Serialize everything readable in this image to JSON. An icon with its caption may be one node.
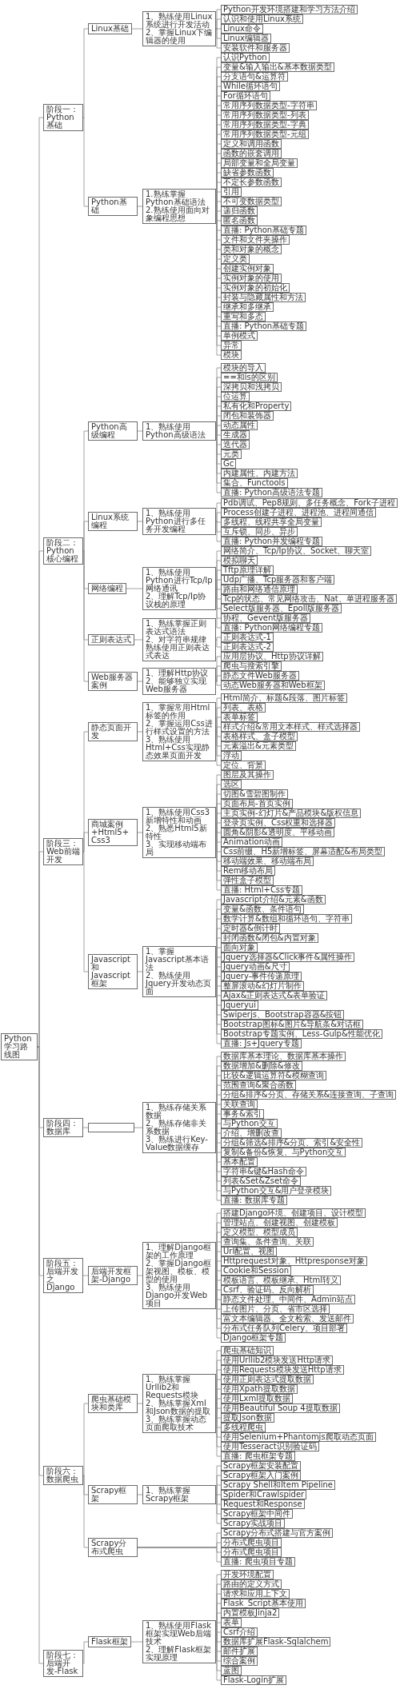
{
  "diagram": {
    "nodes": [
      {
        "text": [
          "Python学习路线图"
        ]
      },
      {
        "text": [
          "阶段一：Python基础"
        ]
      },
      {
        "text": [
          "Linux基础"
        ]
      },
      {
        "text": [
          "1、熟练使用Linux系统进行开发活动",
          "2、掌握Linux下编辑器的使用"
        ]
      },
      {
        "text": [
          "Python开发环境搭建和学习方法介绍"
        ]
      },
      {
        "text": [
          "认识和使用Linux系统"
        ]
      },
      {
        "text": [
          "Linux命令"
        ]
      },
      {
        "text": [
          "Linux编辑器"
        ]
      },
      {
        "text": [
          "安装软件和服务器"
        ]
      },
      {
        "text": [
          "Python基础"
        ]
      },
      {
        "text": [
          "1.熟练掌握Python基础语法",
          "2.熟练使用面向对象编程思想"
        ]
      },
      {
        "text": [
          "认识Python"
        ]
      },
      {
        "text": [
          "变量&输入输出&基本数据类型"
        ]
      },
      {
        "text": [
          "分支语句&运算符"
        ]
      },
      {
        "text": [
          "While循环语句"
        ]
      },
      {
        "text": [
          "For循环语句"
        ]
      },
      {
        "text": [
          "常用序列数据类型-字符串"
        ]
      },
      {
        "text": [
          "常用序列数据类型-列表"
        ]
      },
      {
        "text": [
          "常用序列数据类型-字典"
        ]
      },
      {
        "text": [
          "常用序列数据类型-元组"
        ]
      },
      {
        "text": [
          "定义和调用函数"
        ]
      },
      {
        "text": [
          "函数的嵌套调用"
        ]
      },
      {
        "text": [
          "局部变量和全局变量"
        ]
      },
      {
        "text": [
          "缺省参数函数"
        ]
      },
      {
        "text": [
          "不定长参数函数"
        ]
      },
      {
        "text": [
          "引用"
        ]
      },
      {
        "text": [
          "不可变数据类型"
        ]
      },
      {
        "text": [
          "递归函数"
        ]
      },
      {
        "text": [
          "匿名函数"
        ]
      },
      {
        "text": [
          "直播: Python基础专题"
        ]
      },
      {
        "text": [
          "文件和文件夹操作"
        ]
      },
      {
        "text": [
          "类和对象的概念"
        ]
      },
      {
        "text": [
          "定义类"
        ]
      },
      {
        "text": [
          "创建实例对象"
        ]
      },
      {
        "text": [
          "实例对象的使用"
        ]
      },
      {
        "text": [
          "实例对象的初始化"
        ]
      },
      {
        "text": [
          "封装与隐藏属性和方法"
        ]
      },
      {
        "text": [
          "继承和多继承"
        ]
      },
      {
        "text": [
          "重写和多态"
        ]
      },
      {
        "text": [
          "直播: Python基础专题"
        ]
      },
      {
        "text": [
          "单例模式"
        ]
      },
      {
        "text": [
          "异常"
        ]
      },
      {
        "text": [
          "模块"
        ]
      },
      {
        "text": [
          "阶段二：Python核心编程"
        ]
      },
      {
        "text": [
          "Python高级编程"
        ]
      },
      {
        "text": [
          "1、熟练使用Python高级语法"
        ]
      },
      {
        "text": [
          "模块的导入"
        ]
      },
      {
        "text": [
          "==和is的区别"
        ]
      },
      {
        "text": [
          "深拷贝和浅拷贝"
        ]
      },
      {
        "text": [
          "位运算"
        ]
      },
      {
        "text": [
          "私有化和Property"
        ]
      },
      {
        "text": [
          "闭包和装饰器"
        ]
      },
      {
        "text": [
          "动态属性"
        ]
      },
      {
        "text": [
          "生成器"
        ]
      },
      {
        "text": [
          "迭代器"
        ]
      },
      {
        "text": [
          "元类"
        ]
      },
      {
        "text": [
          "Gc"
        ]
      },
      {
        "text": [
          "内建属性、内建方法"
        ]
      },
      {
        "text": [
          "集合、Functools"
        ]
      },
      {
        "text": [
          "直播: Python高级语法专题"
        ]
      },
      {
        "text": [
          "Linux系统编程"
        ]
      },
      {
        "text": [
          "1、熟练使用Python进行多任务开发编程"
        ]
      },
      {
        "text": [
          "Pdb调试、Pep8规则、多任务概念、Fork子进程"
        ]
      },
      {
        "text": [
          "Process创建子进程、进程池、进程间通信"
        ]
      },
      {
        "text": [
          "多线程、线程共享全局变量"
        ]
      },
      {
        "text": [
          "互斥锁、同步、异步"
        ]
      },
      {
        "text": [
          "直播: Python并发编程专题"
        ]
      },
      {
        "text": [
          "网络编程"
        ]
      },
      {
        "text": [
          "1、熟练使用Python进行Tcp/Ip网络通讯",
          "2、理解Tcp/Ip协议栈的原理"
        ]
      },
      {
        "text": [
          "网络简介、Tcp/Ip协议、Socket、聊天室"
        ]
      },
      {
        "text": [
          "模拟聊天"
        ]
      },
      {
        "text": [
          "Tftp原理详解"
        ]
      },
      {
        "text": [
          "Udp广播、Tcp服务器和客户端"
        ]
      },
      {
        "text": [
          "路由和网络通信原理"
        ]
      },
      {
        "text": [
          "Tcp的状态、常见网络攻击、Nat、单进程服务器"
        ]
      },
      {
        "text": [
          "Select版服务器、Epoll版服务器"
        ]
      },
      {
        "text": [
          "协程、Gevent版服务器"
        ]
      },
      {
        "text": [
          "直播: Python网络编程专题"
        ]
      },
      {
        "text": [
          "正则表达式"
        ]
      },
      {
        "text": [
          "1、熟练掌握正则表达式语法",
          "2、对字符串规律熟练使用正则表达式表达"
        ]
      },
      {
        "text": [
          "正则表达式-1"
        ]
      },
      {
        "text": [
          "正则表达式-2"
        ]
      },
      {
        "text": [
          "Web服务器案例"
        ]
      },
      {
        "text": [
          "1、理解Http协议",
          "2、能够独立实现Web服务器"
        ]
      },
      {
        "text": [
          "应用层协议、Http协议详解"
        ]
      },
      {
        "text": [
          "爬虫与搜索引擎"
        ]
      },
      {
        "text": [
          "静态文件Web服务器"
        ]
      },
      {
        "text": [
          "动态Web服务器和Web框架"
        ]
      },
      {
        "text": [
          "阶段三：Web前端开发"
        ]
      },
      {
        "text": [
          "静态页面开发"
        ]
      },
      {
        "text": [
          "1、掌握常用Html标签的作用",
          "2、掌握运用Css进行样式设置的方法",
          "3、熟练使用Html+Css实现静态效果页面开发"
        ]
      },
      {
        "text": [
          "Html简介、标题&段落、图片标签"
        ]
      },
      {
        "text": [
          "列表、表格"
        ]
      },
      {
        "text": [
          "表单标签"
        ]
      },
      {
        "text": [
          "样式介绍&常用文本样式、样式选择器"
        ]
      },
      {
        "text": [
          "表格样式、盒子模型"
        ]
      },
      {
        "text": [
          "元素溢出&元素类型"
        ]
      },
      {
        "text": [
          "浮动"
        ]
      },
      {
        "text": [
          "定位、背景"
        ]
      },
      {
        "text": [
          "商城案例+Html5+Css3"
        ]
      },
      {
        "text": [
          "1、熟练使用Css3新增特性和动画",
          "2、熟悉Html5新特性",
          "3、实现移动端布局"
        ]
      },
      {
        "text": [
          "图层及其操作"
        ]
      },
      {
        "text": [
          "选区"
        ]
      },
      {
        "text": [
          "切图&雪碧图制作"
        ]
      },
      {
        "text": [
          "页面布局-首页实例"
        ]
      },
      {
        "text": [
          "主页实例-幻灯片&产品模块&版权信息"
        ]
      },
      {
        "text": [
          "登录页实例、Css权重和选择器"
        ]
      },
      {
        "text": [
          "圆角&阴影&透明度、平移动画"
        ]
      },
      {
        "text": [
          "Animation动画"
        ]
      },
      {
        "text": [
          "Css前缀、H5新增标签、屏幕适配&布局类型"
        ]
      },
      {
        "text": [
          "移动端效果、移动端布局"
        ]
      },
      {
        "text": [
          "Rem移动布局"
        ]
      },
      {
        "text": [
          "弹性盒子模型"
        ]
      },
      {
        "text": [
          "直播: Html+Css专题"
        ]
      },
      {
        "text": [
          "Javascript和Javascript框架"
        ]
      },
      {
        "text": [
          "1、掌握Javascript基本语法",
          "2、熟练使用Jquery开发动态页面"
        ]
      },
      {
        "text": [
          "Javascript介绍&元素&函数"
        ]
      },
      {
        "text": [
          "变量&函数、条件语句"
        ]
      },
      {
        "text": [
          "数学计算&数组和循环语句、字符串"
        ]
      },
      {
        "text": [
          "定时器&倒计时"
        ]
      },
      {
        "text": [
          "封闭函数&闭包&内置对象"
        ]
      },
      {
        "text": [
          "面向对象"
        ]
      },
      {
        "text": [
          "Jquery选择器&Click事件&属性操作"
        ]
      },
      {
        "text": [
          "Jquery动画&尺寸"
        ]
      },
      {
        "text": [
          "Jquery-事件传递原理"
        ]
      },
      {
        "text": [
          "整屏滚动&幻灯片制作"
        ]
      },
      {
        "text": [
          "Ajax&正则表达式&表单验证"
        ]
      },
      {
        "text": [
          "Jqueryui"
        ]
      },
      {
        "text": [
          "Swiperjs、Bootstrap容器&按钮"
        ]
      },
      {
        "text": [
          "Bootstrap图标&图片&导航条&对话框"
        ]
      },
      {
        "text": [
          "Bootstrap专题实例、Less-Gulp&性能优化"
        ]
      },
      {
        "text": [
          "直播: Js+Jquery专题"
        ]
      },
      {
        "text": [
          "阶段四：数据库"
        ]
      },
      {
        "text": [],
        "shape": "box"
      },
      {
        "text": [
          "1、熟练存储关系数据",
          "2、熟练存储非关系数据",
          "3、熟练进行Key-Value数据缓存"
        ]
      },
      {
        "text": [
          "数据库基本理论、数据库基本操作"
        ]
      },
      {
        "text": [
          "数据增加&删除&修改"
        ]
      },
      {
        "text": [
          "比较&逻辑运算符&模糊查询"
        ]
      },
      {
        "text": [
          "范围查询&聚合函数"
        ]
      },
      {
        "text": [
          "分组&排序&分页、存储关系&连接查询、子查询"
        ]
      },
      {
        "text": [
          "关联查询"
        ]
      },
      {
        "text": [
          "事务&索引"
        ]
      },
      {
        "text": [
          "与Python交互"
        ]
      },
      {
        "text": [
          "介绍、增删改查"
        ]
      },
      {
        "text": [
          "分组&筛选&排序&分页、索引&安全性"
        ]
      },
      {
        "text": [
          "复制&备份&恢复、与Python交互"
        ]
      },
      {
        "text": [
          "基本配置"
        ]
      },
      {
        "text": [
          "字符串&键&Hash命令"
        ]
      },
      {
        "text": [
          "列表&Set&Zset命令"
        ]
      },
      {
        "text": [
          "与Python交互&用户登录模块"
        ]
      },
      {
        "text": [
          "直播: 数据库专题"
        ]
      },
      {
        "text": [
          "阶段五：后端开发之Django"
        ]
      },
      {
        "text": [
          "后端开发框架-Django"
        ]
      },
      {
        "text": [
          "1、理解Django框架的工作原理",
          "2、掌握Django框架视图、模板、模型的使用",
          "3、熟练使用Django开发Web项目"
        ]
      },
      {
        "text": [
          "搭建Django环境、创建项目、设计模型"
        ]
      },
      {
        "text": [
          "管理站点、创建视图、创建模板"
        ]
      },
      {
        "text": [
          "定义模型、模型成员"
        ]
      },
      {
        "text": [
          "查询集、条件查询、关联"
        ]
      },
      {
        "text": [
          "Url配置、视图"
        ]
      },
      {
        "text": [
          "Httprequest对象、Httpresponse对象"
        ]
      },
      {
        "text": [
          "Cookie和Session"
        ]
      },
      {
        "text": [
          "模板语言、模板继承、Html转义"
        ]
      },
      {
        "text": [
          "Csrf、验证码、反向解析"
        ]
      },
      {
        "text": [
          "静态文件处理、中间件、Admin站点"
        ]
      },
      {
        "text": [
          "上传图片、分页、省市区选择"
        ]
      },
      {
        "text": [
          "富文本编辑器、全文检索、发送邮件"
        ]
      },
      {
        "text": [
          "分布式任务队列Celery、项目部署"
        ]
      },
      {
        "text": [
          "Django框架专题"
        ]
      },
      {
        "text": [
          "阶段六：数据爬虫"
        ]
      },
      {
        "text": [
          "爬虫基础模块和类库"
        ]
      },
      {
        "text": [
          "1、熟练掌握Urllib2和Requests模块",
          "2、熟练掌握Xml和Json数据的提取",
          "3、熟练掌握动态页面爬取技术"
        ]
      },
      {
        "text": [
          "爬虫基础知识"
        ]
      },
      {
        "text": [
          "使用Urllib2模块发送Http请求"
        ]
      },
      {
        "text": [
          "使用Requests模块发送Http请求"
        ]
      },
      {
        "text": [
          "使用正则表达式提取数据"
        ]
      },
      {
        "text": [
          "使用Xpath提取数据"
        ]
      },
      {
        "text": [
          "使用Lxml提取数据"
        ]
      },
      {
        "text": [
          "使用Beautiful Soup 4提取数据"
        ]
      },
      {
        "text": [
          "提取Json数据"
        ]
      },
      {
        "text": [
          "多线程爬虫"
        ]
      },
      {
        "text": [
          "使用Selenium+Phantomjs爬取动态页面"
        ]
      },
      {
        "text": [
          "使用Tesseract识别验证码"
        ]
      },
      {
        "text": [
          "直播: 爬虫框架专题"
        ]
      },
      {
        "text": [
          "Scrapy框架"
        ]
      },
      {
        "text": [
          "1、熟练掌握Scrapy框架"
        ]
      },
      {
        "text": [
          "Scrapy框架安装配置"
        ]
      },
      {
        "text": [
          "Scrapy框架入门案例"
        ]
      },
      {
        "text": [
          "Scrapy Shell和Item Pipeline"
        ]
      },
      {
        "text": [
          "Spider和Crawlspider"
        ]
      },
      {
        "text": [
          "Request和Response"
        ]
      },
      {
        "text": [
          "Scrapy框架中间件"
        ]
      },
      {
        "text": [
          "Scrapy实战项目"
        ]
      },
      {
        "text": [
          "Scrapy分布式爬虫"
        ]
      },
      {
        "text": [
          "Scrapy分布式搭建与官方案例"
        ]
      },
      {
        "text": [
          "分布式爬虫项目"
        ]
      },
      {
        "text": [
          "分布式爬虫项目"
        ]
      },
      {
        "text": [
          "直播: 爬虫项目专题"
        ]
      },
      {
        "text": [
          "阶段七：后端开发-Flask"
        ]
      },
      {
        "text": [
          "Flask框架"
        ]
      },
      {
        "text": [
          "1、熟练使用Flask框架实现Web后端技术",
          "2、理解Flask框架实现原理"
        ]
      },
      {
        "text": [
          "开发环境配置"
        ]
      },
      {
        "text": [
          "路由的定义方式"
        ]
      },
      {
        "text": [
          "请求和应用上下文"
        ]
      },
      {
        "text": [
          "Flask_Script基本使用"
        ]
      },
      {
        "text": [
          "内置模板Jinja2"
        ]
      },
      {
        "text": [
          "表单"
        ]
      },
      {
        "text": [
          "Csrf介绍"
        ]
      },
      {
        "text": [
          "数据库扩展Flask-Sqlalchem"
        ]
      },
      {
        "text": [
          "邮件扩展"
        ]
      },
      {
        "text": [
          "综合案例"
        ]
      },
      {
        "text": [
          "蓝图"
        ]
      },
      {
        "text": [
          "Flask-Login扩展"
        ]
      }
    ],
    "edges": [
      {
        "from": 0,
        "to": 1,
        "arrow": "none"
      },
      {
        "from": 0,
        "to": 43,
        "arrow": "none"
      },
      {
        "from": 0,
        "to": 88,
        "arrow": "none"
      },
      {
        "from": 0,
        "to": 132,
        "arrow": "none"
      },
      {
        "from": 0,
        "to": 151,
        "arrow": "none"
      },
      {
        "from": 0,
        "to": 168,
        "arrow": "none"
      },
      {
        "from": 0,
        "to": 197,
        "arrow": "none"
      },
      {
        "from": 1,
        "to": 2,
        "arrow": "none"
      },
      {
        "from": 2,
        "to": 3,
        "arrow": "none"
      },
      {
        "from": 3,
        "to": 4,
        "arrow": "none"
      },
      {
        "from": 3,
        "to": 5,
        "arrow": "none"
      },
      {
        "from": 3,
        "to": 6,
        "arrow": "none"
      },
      {
        "from": 3,
        "to": 7,
        "arrow": "none"
      },
      {
        "from": 3,
        "to": 8,
        "arrow": "none"
      },
      {
        "from": 1,
        "to": 9,
        "arrow": "none"
      },
      {
        "from": 9,
        "to": 10,
        "arrow": "none"
      },
      {
        "from": 10,
        "to": 11,
        "arrow": "none"
      },
      {
        "from": 10,
        "to": 12,
        "arrow": "none"
      },
      {
        "from": 10,
        "to": 13,
        "arrow": "none"
      },
      {
        "from": 10,
        "to": 14,
        "arrow": "none"
      },
      {
        "from": 10,
        "to": 15,
        "arrow": "none"
      },
      {
        "from": 10,
        "to": 16,
        "arrow": "none"
      },
      {
        "from": 10,
        "to": 17,
        "arrow": "none"
      },
      {
        "from": 10,
        "to": 18,
        "arrow": "none"
      },
      {
        "from": 10,
        "to": 19,
        "arrow": "none"
      },
      {
        "from": 10,
        "to": 20,
        "arrow": "none"
      },
      {
        "from": 10,
        "to": 21,
        "arrow": "none"
      },
      {
        "from": 10,
        "to": 22,
        "arrow": "none"
      },
      {
        "from": 10,
        "to": 23,
        "arrow": "none"
      },
      {
        "from": 10,
        "to": 24,
        "arrow": "none"
      },
      {
        "from": 10,
        "to": 25,
        "arrow": "none"
      },
      {
        "from": 10,
        "to": 26,
        "arrow": "none"
      },
      {
        "from": 10,
        "to": 27,
        "arrow": "none"
      },
      {
        "from": 10,
        "to": 28,
        "arrow": "none"
      },
      {
        "from": 10,
        "to": 29,
        "arrow": "none"
      },
      {
        "from": 10,
        "to": 30,
        "arrow": "none"
      },
      {
        "from": 10,
        "to": 31,
        "arrow": "none"
      },
      {
        "from": 10,
        "to": 32,
        "arrow": "none"
      },
      {
        "from": 10,
        "to": 33,
        "arrow": "none"
      },
      {
        "from": 10,
        "to": 34,
        "arrow": "none"
      },
      {
        "from": 10,
        "to": 35,
        "arrow": "none"
      },
      {
        "from": 10,
        "to": 36,
        "arrow": "none"
      },
      {
        "from": 10,
        "to": 37,
        "arrow": "none"
      },
      {
        "from": 10,
        "to": 38,
        "arrow": "none"
      },
      {
        "from": 10,
        "to": 39,
        "arrow": "none"
      },
      {
        "from": 10,
        "to": 40,
        "arrow": "none"
      },
      {
        "from": 10,
        "to": 41,
        "arrow": "none"
      },
      {
        "from": 10,
        "to": 42,
        "arrow": "none"
      },
      {
        "from": 43,
        "to": 44,
        "arrow": "none"
      },
      {
        "from": 44,
        "to": 45,
        "arrow": "none"
      },
      {
        "from": 45,
        "to": 46,
        "arrow": "none"
      },
      {
        "from": 45,
        "to": 47,
        "arrow": "none"
      },
      {
        "from": 45,
        "to": 48,
        "arrow": "none"
      },
      {
        "from": 45,
        "to": 49,
        "arrow": "none"
      },
      {
        "from": 45,
        "to": 50,
        "arrow": "none"
      },
      {
        "from": 45,
        "to": 51,
        "arrow": "none"
      },
      {
        "from": 45,
        "to": 52,
        "arrow": "none"
      },
      {
        "from": 45,
        "to": 53,
        "arrow": "none"
      },
      {
        "from": 45,
        "to": 54,
        "arrow": "none"
      },
      {
        "from": 45,
        "to": 55,
        "arrow": "none"
      },
      {
        "from": 45,
        "to": 56,
        "arrow": "none"
      },
      {
        "from": 45,
        "to": 57,
        "arrow": "none"
      },
      {
        "from": 45,
        "to": 58,
        "arrow": "none"
      },
      {
        "from": 45,
        "to": 59,
        "arrow": "none"
      },
      {
        "from": 43,
        "to": 60,
        "arrow": "none"
      },
      {
        "from": 60,
        "to": 61,
        "arrow": "none"
      },
      {
        "from": 61,
        "to": 62,
        "arrow": "none"
      },
      {
        "from": 61,
        "to": 63,
        "arrow": "none"
      },
      {
        "from": 61,
        "to": 64,
        "arrow": "none"
      },
      {
        "from": 61,
        "to": 65,
        "arrow": "none"
      },
      {
        "from": 61,
        "to": 66,
        "arrow": "none"
      },
      {
        "from": 43,
        "to": 67,
        "arrow": "none"
      },
      {
        "from": 67,
        "to": 68,
        "arrow": "none"
      },
      {
        "from": 68,
        "to": 69,
        "arrow": "none"
      },
      {
        "from": 68,
        "to": 70,
        "arrow": "none"
      },
      {
        "from": 68,
        "to": 71,
        "arrow": "none"
      },
      {
        "from": 68,
        "to": 72,
        "arrow": "none"
      },
      {
        "from": 68,
        "to": 73,
        "arrow": "none"
      },
      {
        "from": 68,
        "to": 74,
        "arrow": "none"
      },
      {
        "from": 68,
        "to": 75,
        "arrow": "none"
      },
      {
        "from": 68,
        "to": 76,
        "arrow": "none"
      },
      {
        "from": 68,
        "to": 77,
        "arrow": "none"
      },
      {
        "from": 43,
        "to": 78,
        "arrow": "none"
      },
      {
        "from": 78,
        "to": 79,
        "arrow": "none"
      },
      {
        "from": 79,
        "to": 80,
        "arrow": "none"
      },
      {
        "from": 79,
        "to": 81,
        "arrow": "none"
      },
      {
        "from": 43,
        "to": 82,
        "arrow": "none"
      },
      {
        "from": 82,
        "to": 83,
        "arrow": "none"
      },
      {
        "from": 83,
        "to": 84,
        "arrow": "none"
      },
      {
        "from": 83,
        "to": 85,
        "arrow": "none"
      },
      {
        "from": 83,
        "to": 86,
        "arrow": "none"
      },
      {
        "from": 83,
        "to": 87,
        "arrow": "none"
      },
      {
        "from": 88,
        "to": 89,
        "arrow": "none"
      },
      {
        "from": 89,
        "to": 90,
        "arrow": "none"
      },
      {
        "from": 90,
        "to": 91,
        "arrow": "none"
      },
      {
        "from": 90,
        "to": 92,
        "arrow": "none"
      },
      {
        "from": 90,
        "to": 93,
        "arrow": "none"
      },
      {
        "from": 90,
        "to": 94,
        "arrow": "none"
      },
      {
        "from": 90,
        "to": 95,
        "arrow": "none"
      },
      {
        "from": 90,
        "to": 96,
        "arrow": "none"
      },
      {
        "from": 90,
        "to": 97,
        "arrow": "none"
      },
      {
        "from": 90,
        "to": 98,
        "arrow": "none"
      },
      {
        "from": 88,
        "to": 99,
        "arrow": "none"
      },
      {
        "from": 99,
        "to": 100,
        "arrow": "none"
      },
      {
        "from": 100,
        "to": 101,
        "arrow": "none"
      },
      {
        "from": 100,
        "to": 102,
        "arrow": "none"
      },
      {
        "from": 100,
        "to": 103,
        "arrow": "none"
      },
      {
        "from": 100,
        "to": 104,
        "arrow": "none"
      },
      {
        "from": 100,
        "to": 105,
        "arrow": "none"
      },
      {
        "from": 100,
        "to": 106,
        "arrow": "none"
      },
      {
        "from": 100,
        "to": 107,
        "arrow": "none"
      },
      {
        "from": 100,
        "to": 108,
        "arrow": "none"
      },
      {
        "from": 100,
        "to": 109,
        "arrow": "none"
      },
      {
        "from": 100,
        "to": 110,
        "arrow": "none"
      },
      {
        "from": 100,
        "to": 111,
        "arrow": "none"
      },
      {
        "from": 100,
        "to": 112,
        "arrow": "none"
      },
      {
        "from": 100,
        "to": 113,
        "arrow": "none"
      },
      {
        "from": 88,
        "to": 114,
        "arrow": "none"
      },
      {
        "from": 114,
        "to": 115,
        "arrow": "none"
      },
      {
        "from": 115,
        "to": 116,
        "arrow": "none"
      },
      {
        "from": 115,
        "to": 117,
        "arrow": "none"
      },
      {
        "from": 115,
        "to": 118,
        "arrow": "none"
      },
      {
        "from": 115,
        "to": 119,
        "arrow": "none"
      },
      {
        "from": 115,
        "to": 120,
        "arrow": "none"
      },
      {
        "from": 115,
        "to": 121,
        "arrow": "none"
      },
      {
        "from": 115,
        "to": 122,
        "arrow": "none"
      },
      {
        "from": 115,
        "to": 123,
        "arrow": "none"
      },
      {
        "from": 115,
        "to": 124,
        "arrow": "none"
      },
      {
        "from": 115,
        "to": 125,
        "arrow": "none"
      },
      {
        "from": 115,
        "to": 126,
        "arrow": "none"
      },
      {
        "from": 115,
        "to": 127,
        "arrow": "none"
      },
      {
        "from": 115,
        "to": 128,
        "arrow": "none"
      },
      {
        "from": 115,
        "to": 129,
        "arrow": "none"
      },
      {
        "from": 115,
        "to": 130,
        "arrow": "none"
      },
      {
        "from": 115,
        "to": 131,
        "arrow": "none"
      },
      {
        "from": 132,
        "to": 133,
        "arrow": "none"
      },
      {
        "from": 133,
        "to": 134,
        "arrow": "none"
      },
      {
        "from": 134,
        "to": 135,
        "arrow": "none"
      },
      {
        "from": 134,
        "to": 136,
        "arrow": "none"
      },
      {
        "from": 134,
        "to": 137,
        "arrow": "none"
      },
      {
        "from": 134,
        "to": 138,
        "arrow": "none"
      },
      {
        "from": 134,
        "to": 139,
        "arrow": "none"
      },
      {
        "from": 134,
        "to": 140,
        "arrow": "none"
      },
      {
        "from": 134,
        "to": 141,
        "arrow": "none"
      },
      {
        "from": 134,
        "to": 142,
        "arrow": "none"
      },
      {
        "from": 134,
        "to": 143,
        "arrow": "none"
      },
      {
        "from": 134,
        "to": 144,
        "arrow": "none"
      },
      {
        "from": 134,
        "to": 145,
        "arrow": "none"
      },
      {
        "from": 134,
        "to": 146,
        "arrow": "none"
      },
      {
        "from": 134,
        "to": 147,
        "arrow": "none"
      },
      {
        "from": 134,
        "to": 148,
        "arrow": "none"
      },
      {
        "from": 134,
        "to": 149,
        "arrow": "none"
      },
      {
        "from": 134,
        "to": 150,
        "arrow": "none"
      },
      {
        "from": 151,
        "to": 152,
        "arrow": "none"
      },
      {
        "from": 152,
        "to": 153,
        "arrow": "none"
      },
      {
        "from": 153,
        "to": 154,
        "arrow": "none"
      },
      {
        "from": 153,
        "to": 155,
        "arrow": "none"
      },
      {
        "from": 153,
        "to": 156,
        "arrow": "none"
      },
      {
        "from": 153,
        "to": 157,
        "arrow": "none"
      },
      {
        "from": 153,
        "to": 158,
        "arrow": "none"
      },
      {
        "from": 153,
        "to": 159,
        "arrow": "none"
      },
      {
        "from": 153,
        "to": 160,
        "arrow": "none"
      },
      {
        "from": 153,
        "to": 161,
        "arrow": "none"
      },
      {
        "from": 153,
        "to": 162,
        "arrow": "none"
      },
      {
        "from": 153,
        "to": 163,
        "arrow": "none"
      },
      {
        "from": 153,
        "to": 164,
        "arrow": "none"
      },
      {
        "from": 153,
        "to": 165,
        "arrow": "none"
      },
      {
        "from": 153,
        "to": 166,
        "arrow": "none"
      },
      {
        "from": 153,
        "to": 167,
        "arrow": "none"
      },
      {
        "from": 168,
        "to": 169,
        "arrow": "none"
      },
      {
        "from": 169,
        "to": 170,
        "arrow": "none"
      },
      {
        "from": 170,
        "to": 171,
        "arrow": "none"
      },
      {
        "from": 170,
        "to": 172,
        "arrow": "none"
      },
      {
        "from": 170,
        "to": 173,
        "arrow": "none"
      },
      {
        "from": 170,
        "to": 174,
        "arrow": "none"
      },
      {
        "from": 170,
        "to": 175,
        "arrow": "none"
      },
      {
        "from": 170,
        "to": 176,
        "arrow": "none"
      },
      {
        "from": 170,
        "to": 177,
        "arrow": "none"
      },
      {
        "from": 170,
        "to": 178,
        "arrow": "none"
      },
      {
        "from": 170,
        "to": 179,
        "arrow": "none"
      },
      {
        "from": 170,
        "to": 180,
        "arrow": "none"
      },
      {
        "from": 170,
        "to": 181,
        "arrow": "none"
      },
      {
        "from": 170,
        "to": 182,
        "arrow": "none"
      },
      {
        "from": 168,
        "to": 183,
        "arrow": "none"
      },
      {
        "from": 183,
        "to": 184,
        "arrow": "none"
      },
      {
        "from": 184,
        "to": 185,
        "arrow": "none"
      },
      {
        "from": 184,
        "to": 186,
        "arrow": "none"
      },
      {
        "from": 184,
        "to": 187,
        "arrow": "none"
      },
      {
        "from": 184,
        "to": 188,
        "arrow": "none"
      },
      {
        "from": 184,
        "to": 189,
        "arrow": "none"
      },
      {
        "from": 184,
        "to": 190,
        "arrow": "none"
      },
      {
        "from": 184,
        "to": 191,
        "arrow": "none"
      },
      {
        "from": 168,
        "to": 192,
        "arrow": "none"
      },
      {
        "from": 192,
        "to": 193,
        "arrow": "none"
      },
      {
        "from": 192,
        "to": 194,
        "arrow": "none"
      },
      {
        "from": 192,
        "to": 195,
        "arrow": "none"
      },
      {
        "from": 192,
        "to": 196,
        "arrow": "none"
      },
      {
        "from": 197,
        "to": 198,
        "arrow": "none"
      },
      {
        "from": 198,
        "to": 199,
        "arrow": "none"
      },
      {
        "from": 199,
        "to": 200,
        "arrow": "none"
      },
      {
        "from": 199,
        "to": 201,
        "arrow": "none"
      },
      {
        "from": 199,
        "to": 202,
        "arrow": "none"
      },
      {
        "from": 199,
        "to": 203,
        "arrow": "none"
      },
      {
        "from": 199,
        "to": 204,
        "arrow": "none"
      },
      {
        "from": 199,
        "to": 205,
        "arrow": "none"
      },
      {
        "from": 199,
        "to": 206,
        "arrow": "none"
      },
      {
        "from": 199,
        "to": 207,
        "arrow": "none"
      },
      {
        "from": 199,
        "to": 208,
        "arrow": "none"
      },
      {
        "from": 199,
        "to": 209,
        "arrow": "none"
      },
      {
        "from": 199,
        "to": 210,
        "arrow": "none"
      },
      {
        "from": 199,
        "to": 211,
        "arrow": "none"
      }
    ]
  }
}
